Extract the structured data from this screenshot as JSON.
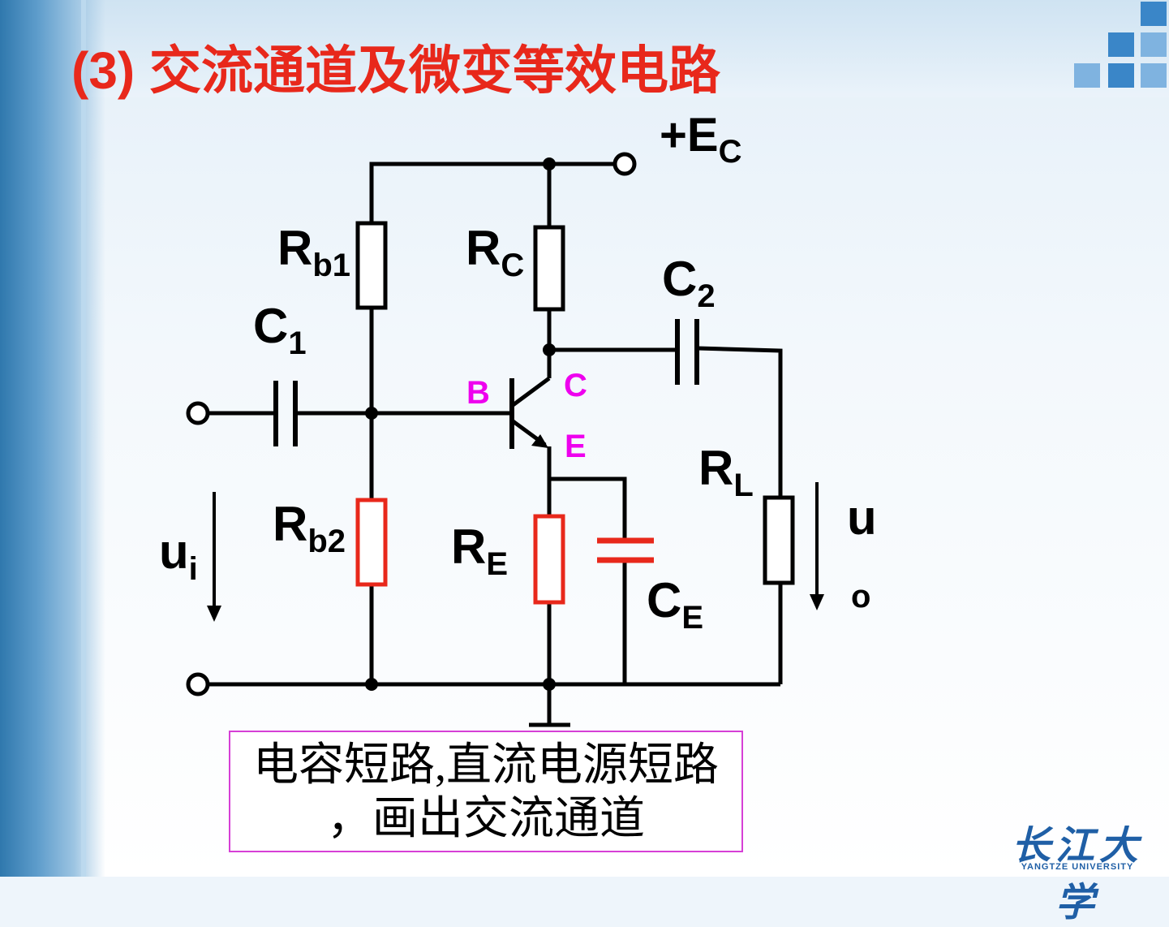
{
  "title": "(3)  交流通道及微变等效电路",
  "circuit": {
    "supply_label": "+E",
    "supply_sub": "C",
    "rb1_label": "R",
    "rb1_sub": "b1",
    "rc_label": "R",
    "rc_sub": "C",
    "c1_label": "C",
    "c1_sub": "1",
    "c2_label": "C",
    "c2_sub": "2",
    "base_label": "B",
    "collector_label": "C",
    "emitter_label": "E",
    "rl_label": "R",
    "rl_sub": "L",
    "rb2_label": "R",
    "rb2_sub": "b2",
    "re_label": "R",
    "re_sub": "E",
    "ce_label": "C",
    "ce_sub": "E",
    "ui_label": "u",
    "ui_sub": "i",
    "uo_label": "u",
    "uo_sub": "o"
  },
  "note": {
    "line1": "电容短路,直流电源短路",
    "line2": "，画出交流通道"
  },
  "logo": {
    "cn": "长江大学",
    "en": "YANGTZE UNIVERSITY"
  },
  "colors": {
    "title": "#e8281b",
    "highlight_resistor": "#e8281b",
    "terminal_label": "#ee00ee",
    "note_border": "#d63fd6",
    "wire": "#000000"
  }
}
